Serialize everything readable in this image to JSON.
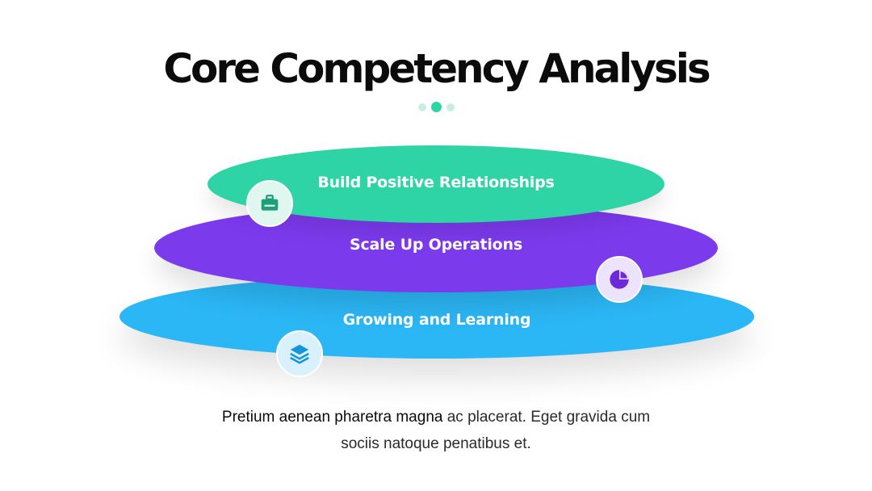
{
  "slide": {
    "title": "Core Competency Analysis",
    "pagination": {
      "count": 3,
      "active_index": 1
    }
  },
  "layers": [
    {
      "label": "Build Positive Relationships",
      "color": "#2ed3a6",
      "icon": "briefcase-icon"
    },
    {
      "label": "Scale Up Operations",
      "color": "#7c3aed",
      "icon": "pie-chart-icon"
    },
    {
      "label": "Growing and Learning",
      "color": "#2bb6f5",
      "icon": "layers-icon"
    }
  ],
  "description": {
    "highlight": "Pretium aenean pharetra magna",
    "line1_rest": " ac placerat. Eget gravida cum",
    "line2": "sociis natoque penatibus et."
  }
}
